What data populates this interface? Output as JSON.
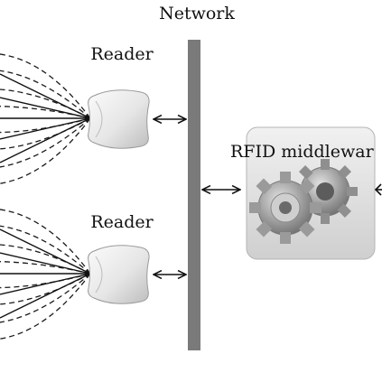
{
  "labels": {
    "network": "Network",
    "reader_top": "Reader",
    "reader_bottom": "Reader",
    "middleware": "RFID middlewar"
  },
  "icons": {
    "reader_device": "rfid-reader-icon",
    "radio_field": "radio-field-icon",
    "gears": "gears-icon",
    "arrow": "double-arrow-icon"
  },
  "colors": {
    "network_bar": "#7a7a7a",
    "middleware_box": "#dadada",
    "reader_body": "#e9e9e9",
    "field_lines": "#1a1a1a"
  }
}
